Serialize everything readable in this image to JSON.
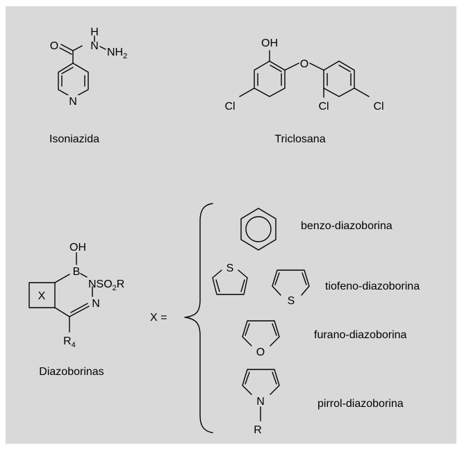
{
  "colors": {
    "background": "#d9d9d9",
    "ink": "#000000"
  },
  "isoniazid": {
    "caption": "Isoniazida",
    "atoms": {
      "o": "O",
      "n1": "N",
      "h": "H",
      "nh": "NH",
      "sub2": "2",
      "n_ring": "N"
    }
  },
  "triclosan": {
    "caption": "Triclosana",
    "atoms": {
      "oh": "OH",
      "o": "O",
      "cl1": "Cl",
      "cl2": "Cl",
      "cl3": "Cl"
    }
  },
  "diazoborine": {
    "caption": "Diazoborinas",
    "atoms": {
      "oh": "OH",
      "b": "B",
      "nso": "NSO",
      "sub2": "2",
      "r": "R",
      "n": "N",
      "x": "X",
      "r4": "R",
      "sub4": "4"
    }
  },
  "definition": {
    "x_equals": "X ="
  },
  "variants": [
    {
      "label": "benzo-diazoborina"
    },
    {
      "label": "tiofeno-diazoborina",
      "atom1": "S",
      "atom2": "S"
    },
    {
      "label": "furano-diazoborina",
      "atom": "O"
    },
    {
      "label": "pirrol-diazoborina",
      "atom": "N",
      "substituent": "R"
    }
  ]
}
